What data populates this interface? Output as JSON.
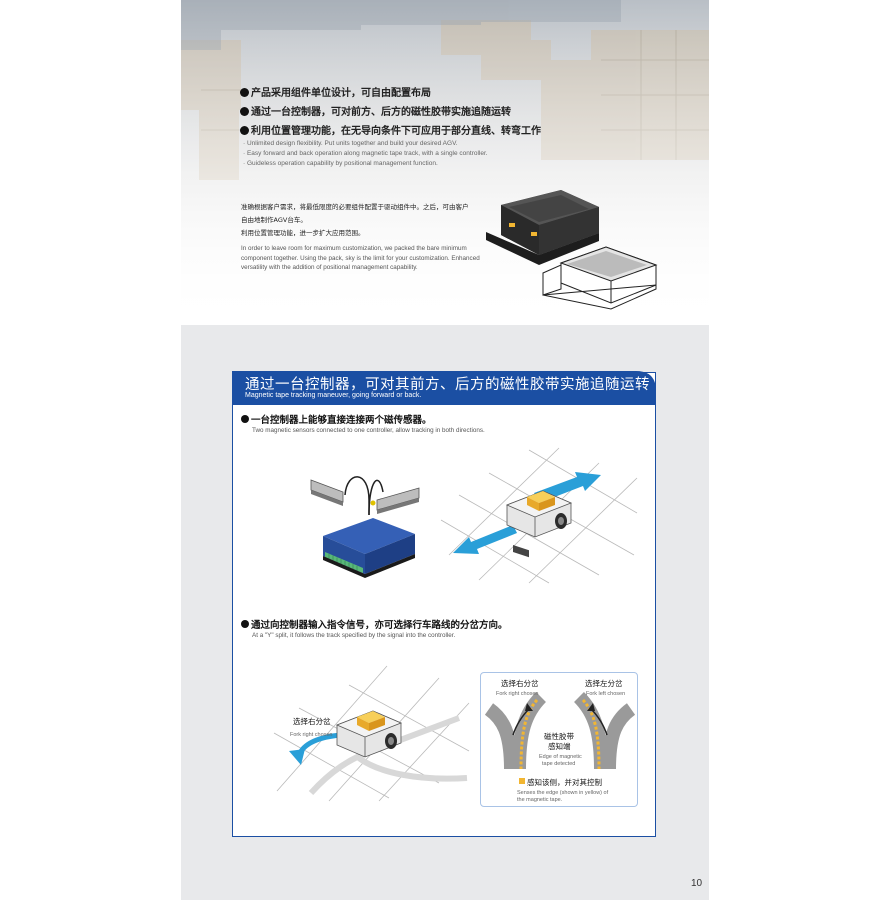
{
  "hero": {
    "bullets": [
      "产品采用组件单位设计，可自由配置布局",
      "通过一台控制器，可对前方、后方的磁性胶带实施追随运转",
      "利用位置管理功能，在无导向条件下可应用于部分直线、转弯工作"
    ],
    "en_notes": [
      "· Unlimited design flexibility. Put units together and build your desired AGV.",
      "· Easy forward and back operation along magnetic tape track, with a single controller.",
      "· Guideless operation capability by positional management function."
    ],
    "desc_cn": [
      "准确根据客户需求，将最低限度的必要组件配置于驱动组件中。之后，可由客户",
      "自由地制作AGV台车。",
      "利用位置管理功能，进一步扩大应用范围。"
    ],
    "desc_en": [
      "In order to leave room for maximum customization, we packed the bare minimum",
      "component together.  Using the pack, sky is the limit for your customization. Enhanced",
      "versatility with the addition of positional management capability."
    ]
  },
  "section": {
    "title": "通过一台控制器，可对其前方、后方的磁性胶带实施追随运转",
    "subtitle": "Magnetic tape tracking maneuver, going forward or back.",
    "items": [
      {
        "heading": "一台控制器上能够直接连接两个磁传感器。",
        "sub": "Two magnetic sensors connected to one controller, allow tracking in both directions."
      },
      {
        "heading": "通过向控制器输入指令信号，亦可选择行车路线的分岔方向。",
        "sub": "At a \"Y\" split, it follows the track specified by the signal into the controller."
      }
    ],
    "fork_left_fig": {
      "cn": "选择右分岔",
      "en": "Fork right chosen"
    },
    "fork_box": {
      "right_cn": "选择右分岔",
      "right_en": "Fork right chosen",
      "left_cn": "选择左分岔",
      "left_en": "Fork left chosen",
      "edge_cn_1": "磁性胶带",
      "edge_cn_2": "感知端",
      "edge_en_1": "Edge of magnetic",
      "edge_en_2": "tape detected",
      "sense_cn": "感知该侧，并对其控制",
      "sense_en_1": "Senses the edge (shown in yellow) of",
      "sense_en_2": "the magnetic tape."
    }
  },
  "page_number": "10",
  "colors": {
    "banner": "#1b4fa3",
    "arrow": "#2a9fd8",
    "tape_yellow": "#f2b632",
    "card_border": "#1b4fa3"
  }
}
